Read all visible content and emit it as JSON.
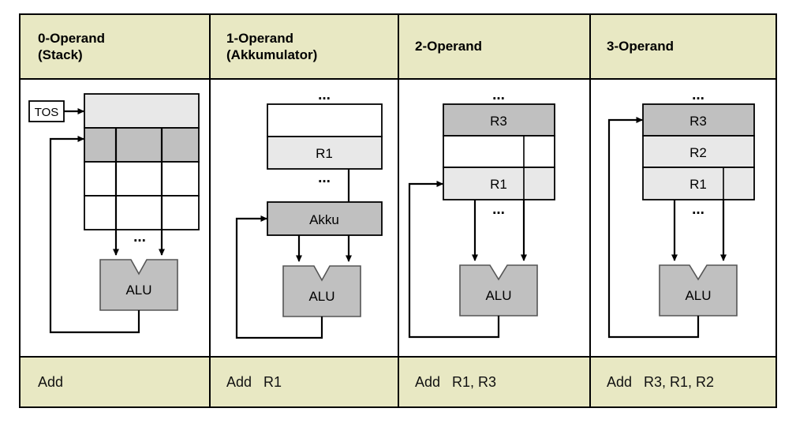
{
  "figure": {
    "title_implicit": "Operand addressing schemes",
    "colors": {
      "header_bg": "#e8e8c3",
      "footer_bg": "#e8e8c3",
      "body_bg": "#ffffff",
      "cell_white": "#ffffff",
      "cell_light_gray": "#e8e8e8",
      "cell_mid_gray": "#c0c0c0",
      "alu_gray": "#c0c0c0",
      "line": "#000000"
    },
    "ellipsis": "..."
  },
  "columns": [
    {
      "id": "col-0-operand",
      "header": "0-Operand\n(Stack)",
      "instruction": "Add",
      "pointer_label": "TOS",
      "memory_title_top": "",
      "cells": [
        {
          "label": "",
          "fill": "light"
        },
        {
          "label": "",
          "fill": "mid"
        },
        {
          "label": "",
          "fill": "white"
        },
        {
          "label": "",
          "fill": "white"
        }
      ],
      "ellipsis_below": "...",
      "alu_label": "ALU"
    },
    {
      "id": "col-1-operand",
      "header": "1-Operand\n(Akkumulator)",
      "instruction": "Add   R1",
      "memory_title_top": "...",
      "cells": [
        {
          "label": "",
          "fill": "white"
        },
        {
          "label": "R1",
          "fill": "light"
        }
      ],
      "ellipsis_below": "...",
      "accumulator_label": "Akku",
      "alu_label": "ALU"
    },
    {
      "id": "col-2-operand",
      "header": "2-Operand",
      "instruction": "Add   R1, R3",
      "memory_title_top": "...",
      "cells": [
        {
          "label": "R3",
          "fill": "mid"
        },
        {
          "label": "",
          "fill": "white"
        },
        {
          "label": "R1",
          "fill": "light"
        }
      ],
      "ellipsis_below": "...",
      "alu_label": "ALU"
    },
    {
      "id": "col-3-operand",
      "header": "3-Operand",
      "instruction": "Add   R3, R1, R2",
      "memory_title_top": "...",
      "cells": [
        {
          "label": "R3",
          "fill": "mid"
        },
        {
          "label": "R2",
          "fill": "light"
        },
        {
          "label": "R1",
          "fill": "light"
        }
      ],
      "ellipsis_below": "...",
      "alu_label": "ALU"
    }
  ]
}
